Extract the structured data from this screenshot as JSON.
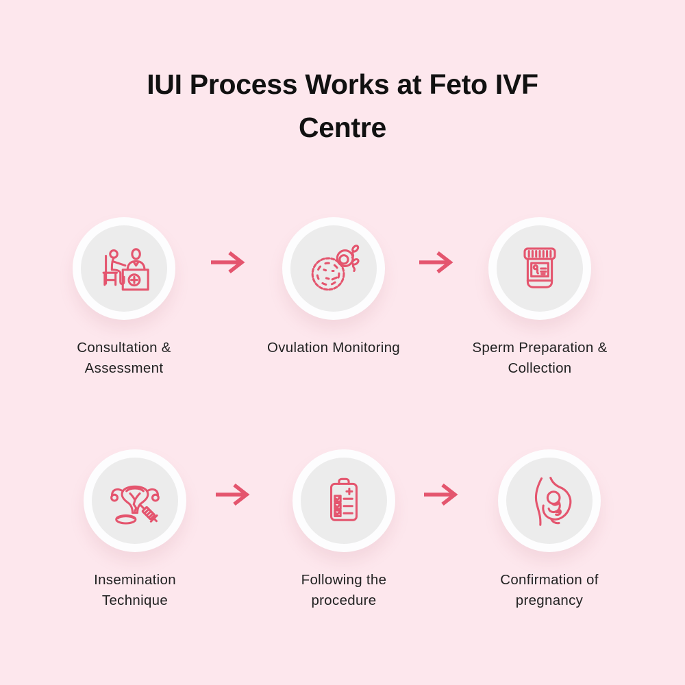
{
  "title": {
    "line1": "IUI Process Works at Feto IVF",
    "line2": "Centre"
  },
  "colors": {
    "background": "#FDE7ED",
    "accent": "#E4556E",
    "icon_stroke": "#E4556E",
    "outer_circle": "#FDFDFE",
    "inner_circle": "#ECECEC",
    "title_text": "#111111",
    "label_text": "#222222"
  },
  "steps": [
    {
      "id": "consultation-assessment",
      "icon": "doctor-consultation-icon",
      "label_line1": "Consultation &",
      "label_line2": "Assessment"
    },
    {
      "id": "ovulation-monitoring",
      "icon": "ovulation-egg-icon",
      "label_line1": "Ovulation Monitoring",
      "label_line2": ""
    },
    {
      "id": "sperm-preparation-collection",
      "icon": "sample-container-icon",
      "label_line1": "Sperm Preparation &",
      "label_line2": "Collection"
    },
    {
      "id": "insemination-technique",
      "icon": "uterus-syringe-icon",
      "label_line1": "Insemination",
      "label_line2": "Technique"
    },
    {
      "id": "following-procedure",
      "icon": "checklist-clipboard-icon",
      "label_line1": "Following the",
      "label_line2": "procedure"
    },
    {
      "id": "confirmation-pregnancy",
      "icon": "mother-fetus-icon",
      "label_line1": "Confirmation of",
      "label_line2": "pregnancy"
    }
  ],
  "arrow": {
    "glyph": "→",
    "direction": "right"
  }
}
